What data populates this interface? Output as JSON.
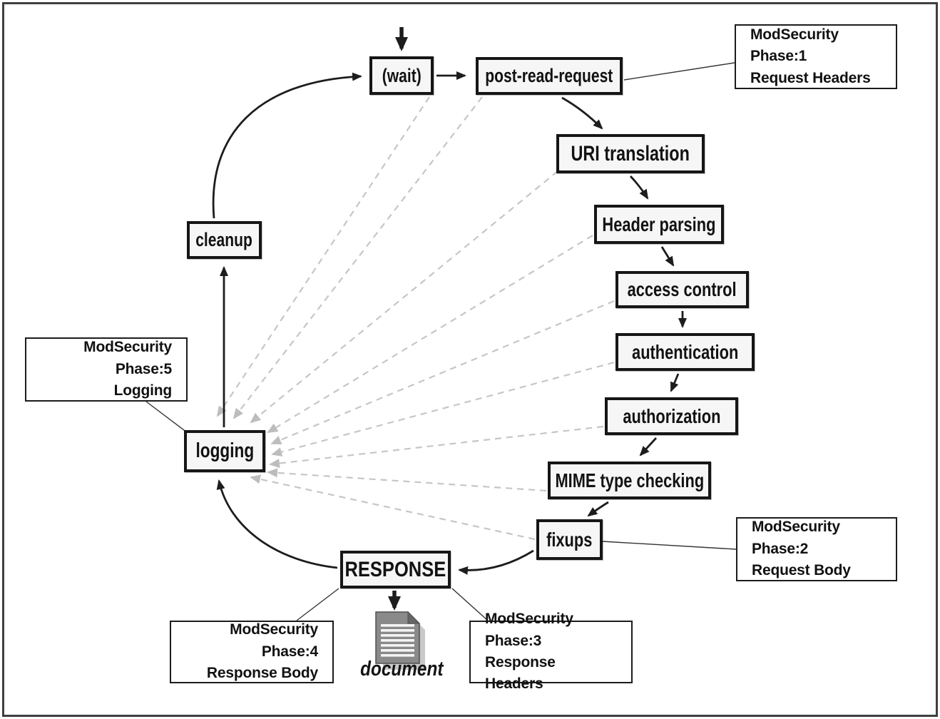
{
  "diagram": {
    "title_hint": "Apache request cycle with ModSecurity phases",
    "nodes": {
      "wait": "(wait)",
      "post_read_request": "post-read-request",
      "uri_translation": "URI translation",
      "header_parsing": "Header parsing",
      "access_control": "access control",
      "authentication": "authentication",
      "authorization": "authorization",
      "mime_type_checking": "MIME type checking",
      "fixups": "fixups",
      "response": "RESPONSE",
      "logging": "logging",
      "cleanup": "cleanup"
    },
    "callouts": {
      "phase1": {
        "title": "ModSecurity Phase:1",
        "subtitle": "Request Headers"
      },
      "phase2": {
        "title": "ModSecurity Phase:2",
        "subtitle": "Request Body"
      },
      "phase3": {
        "title": "ModSecurity Phase:3",
        "subtitle": "Response Headers"
      },
      "phase4": {
        "title": "ModSecurity Phase:4",
        "subtitle": "Response Body"
      },
      "phase5": {
        "title": "ModSecurity Phase:5",
        "subtitle": "Logging"
      }
    },
    "document_label": "document",
    "colors": {
      "node_border": "#161616",
      "node_background": "#f6f6f6",
      "callout_border": "#1c1c1c",
      "solid_arrow": "#1d1d1d",
      "dashed_arrow": "#c6c6c6",
      "frame_border": "#3f3f3f",
      "document_fill": "#8a8a8a"
    }
  }
}
